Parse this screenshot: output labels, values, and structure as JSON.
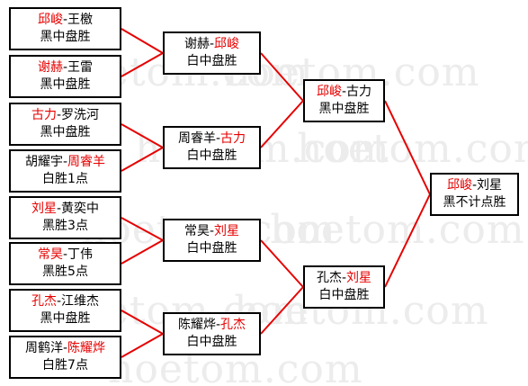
{
  "watermark": "hoetom.com",
  "colors": {
    "winner": "#e60000",
    "text": "#000000",
    "line": "#e60000"
  },
  "rounds": {
    "r1": [
      {
        "left": "邱峻",
        "right": "王檄",
        "winner": "left",
        "result": "黑中盘胜"
      },
      {
        "left": "谢赫",
        "right": "王雷",
        "winner": "left",
        "result": "黑中盘胜"
      },
      {
        "left": "古力",
        "right": "罗洗河",
        "winner": "left",
        "result": "黑中盘胜"
      },
      {
        "left": "胡耀宇",
        "right": "周睿羊",
        "winner": "right",
        "result": "白胜1点"
      },
      {
        "left": "刘星",
        "right": "黄奕中",
        "winner": "left",
        "result": "黑胜3点"
      },
      {
        "left": "常昊",
        "right": "丁伟",
        "winner": "left",
        "result": "黑胜5点"
      },
      {
        "left": "孔杰",
        "right": "江维杰",
        "winner": "left",
        "result": "黑中盘胜"
      },
      {
        "left": "周鹤洋",
        "right": "陈耀烨",
        "winner": "right",
        "result": "白胜7点"
      }
    ],
    "r2": [
      {
        "left": "谢赫",
        "right": "邱峻",
        "winner": "right",
        "result": "白中盘胜"
      },
      {
        "left": "周睿羊",
        "right": "古力",
        "winner": "right",
        "result": "白中盘胜"
      },
      {
        "left": "常昊",
        "right": "刘星",
        "winner": "right",
        "result": "白中盘胜"
      },
      {
        "left": "陈耀烨",
        "right": "孔杰",
        "winner": "right",
        "result": "白中盘胜"
      }
    ],
    "r3": [
      {
        "left": "邱峻",
        "right": "古力",
        "winner": "left",
        "result": "黑中盘胜"
      },
      {
        "left": "孔杰",
        "right": "刘星",
        "winner": "right",
        "result": "白中盘胜"
      }
    ],
    "r4": [
      {
        "left": "邱峻",
        "right": "刘星",
        "winner": "left",
        "result": "黑不计点胜"
      }
    ]
  }
}
